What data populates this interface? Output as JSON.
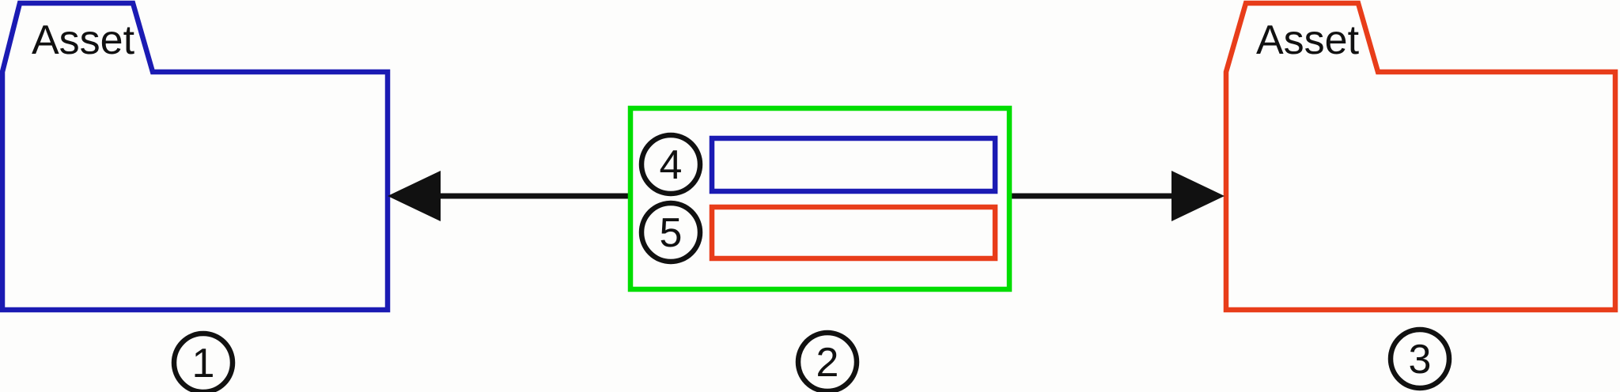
{
  "diagram_title": "asset-folder-mapping-diagram",
  "colors": {
    "source": "#1b1bb3",
    "target": "#e83d1a",
    "mapping": "#00dd00",
    "ink": "#111111"
  },
  "source_folder": {
    "label": "Asset",
    "badge": "1"
  },
  "target_folder": {
    "label": "Asset",
    "badge": "3"
  },
  "mapping_box": {
    "badge": "2",
    "rows": [
      {
        "badge": "4",
        "color": "#1b1bb3"
      },
      {
        "badge": "5",
        "color": "#e83d1a"
      }
    ]
  }
}
